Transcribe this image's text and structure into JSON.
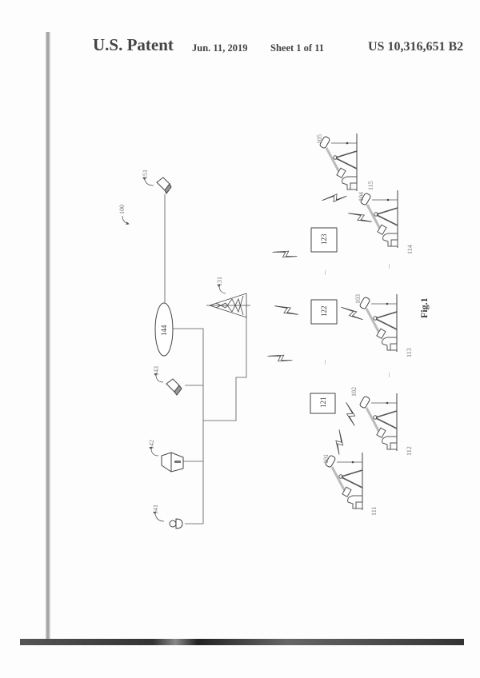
{
  "header": {
    "title": "U.S. Patent",
    "date": "Jun. 11, 2019",
    "sheet": "Sheet 1 of 11",
    "patent_number": "US 10,316,651 B2"
  },
  "figure": {
    "caption": "Fig.1",
    "system_label": "100",
    "network_label": "144",
    "tower_label": "131",
    "remote_terminal_label": "151",
    "terminals": [
      "141",
      "142",
      "143"
    ],
    "gateways": [
      "121",
      "122",
      "123"
    ],
    "sensors": [
      "101",
      "102",
      "103",
      "104",
      "105"
    ],
    "wells": [
      "111",
      "112",
      "113",
      "114",
      "115"
    ],
    "ellipsis": "..."
  }
}
